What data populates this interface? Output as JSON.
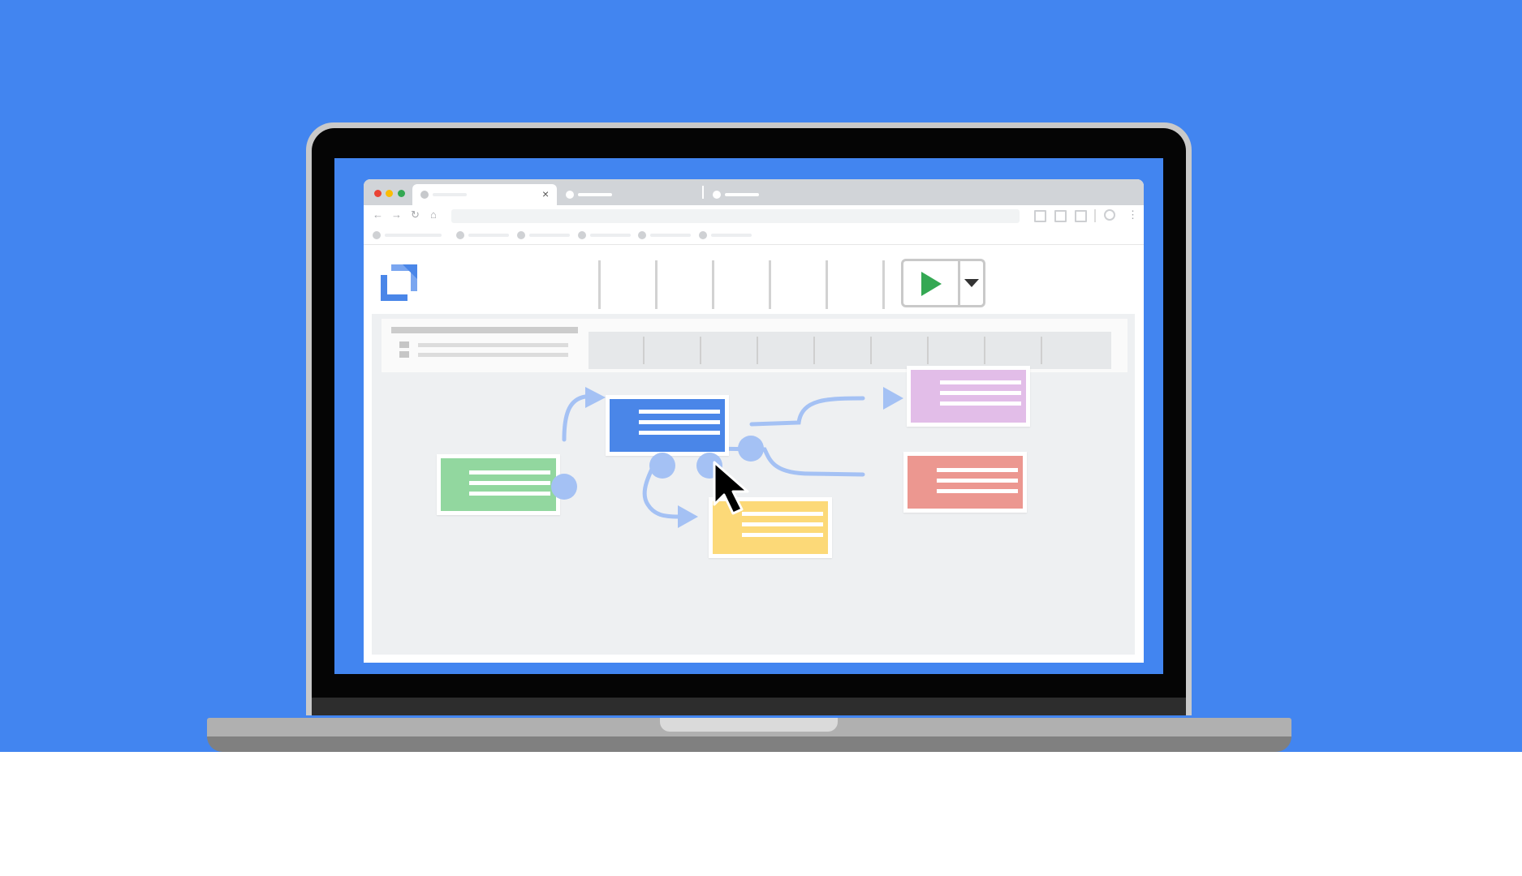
{
  "colors": {
    "background_blue": "#4285f0",
    "node_green": "#92d79f",
    "node_blue": "#4a86e8",
    "node_purple": "#e2bde8",
    "node_red": "#ec9790",
    "node_yellow": "#fcd978",
    "connector": "#a4c1f4",
    "run_icon": "#34a853"
  },
  "browser": {
    "tabs": [
      {
        "name": "active-tab",
        "icon": "tab-dot-icon",
        "state": "active"
      },
      {
        "name": "second-tab",
        "icon": "tab-dot-icon",
        "state": "inactive"
      },
      {
        "name": "third-tab",
        "icon": "tab-dot-icon",
        "state": "inactive"
      }
    ],
    "window_controls": [
      "close-dot-icon",
      "minimize-dot-icon",
      "maximize-dot-icon"
    ],
    "close_glyph": "×",
    "nav": {
      "back": "←",
      "forward": "→",
      "reload": "↻",
      "home": "⌂"
    },
    "menu_glyph": "⋮"
  },
  "app": {
    "logo_icon": "bracket-logo-icon",
    "run_icon": "play-icon",
    "dropdown_icon": "caret-down-icon",
    "cursor_icon": "mouse-pointer-icon"
  }
}
